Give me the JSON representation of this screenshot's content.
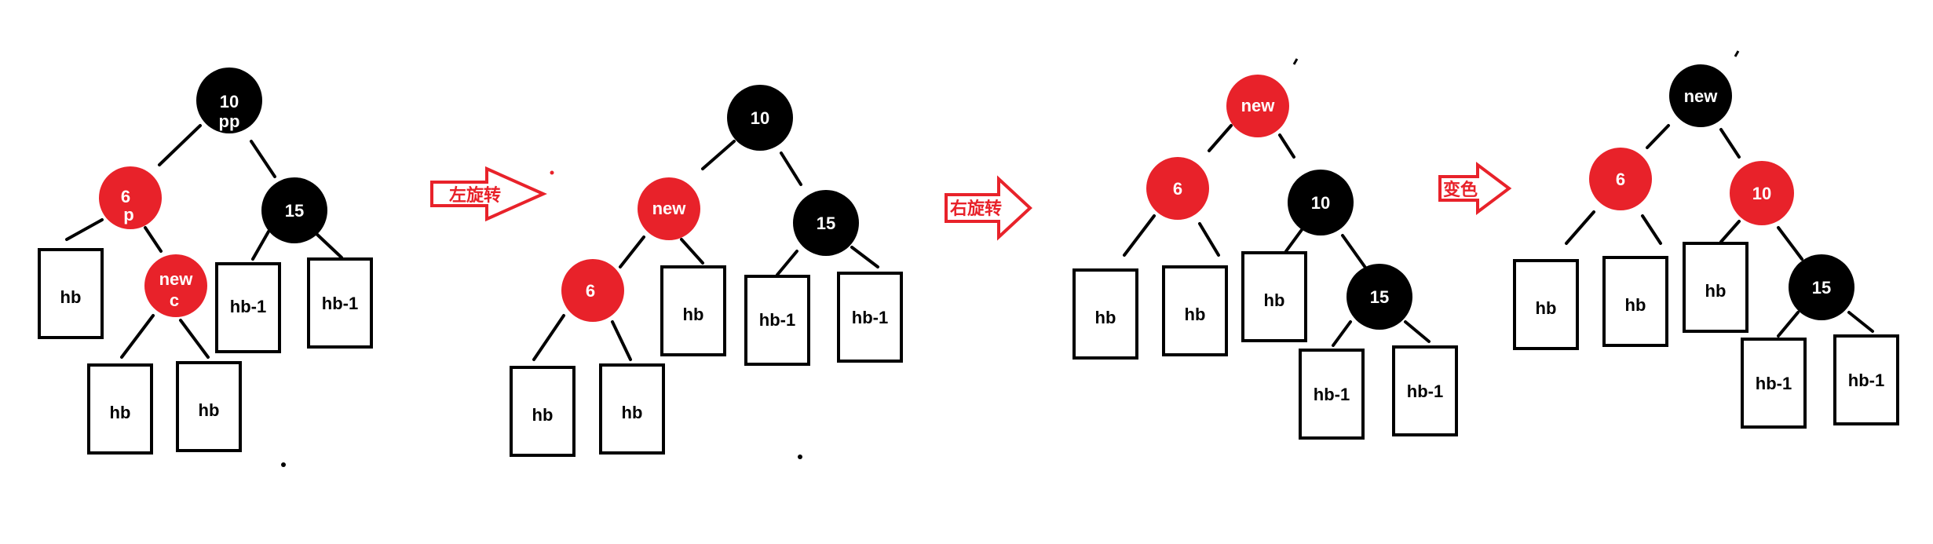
{
  "colors": {
    "red": "#e8222a",
    "black": "#000000",
    "white": "#ffffff"
  },
  "steps": {
    "rotate_left": "左旋转",
    "rotate_right": "右旋转",
    "recolor": "变色"
  },
  "panel1": {
    "root": {
      "label": "10",
      "sub": "pp",
      "color": "black"
    },
    "left": {
      "label": "6",
      "sub": "p",
      "color": "red"
    },
    "right": {
      "label": "15",
      "color": "black"
    },
    "new": {
      "label": "new",
      "sub": "c",
      "color": "red"
    },
    "leaves": [
      "hb",
      "hb",
      "hb",
      "hb-1",
      "hb-1"
    ]
  },
  "panel2": {
    "root": {
      "label": "10",
      "color": "black"
    },
    "new": {
      "label": "new",
      "color": "red"
    },
    "left": {
      "label": "6",
      "color": "red"
    },
    "right": {
      "label": "15",
      "color": "black"
    },
    "leaves": [
      "hb",
      "hb",
      "hb",
      "hb-1",
      "hb-1"
    ]
  },
  "panel3": {
    "root": {
      "label": "new",
      "color": "red"
    },
    "left": {
      "label": "6",
      "color": "red"
    },
    "mid": {
      "label": "10",
      "color": "black"
    },
    "right": {
      "label": "15",
      "color": "black"
    },
    "leaves": [
      "hb",
      "hb",
      "hb",
      "hb-1",
      "hb-1"
    ]
  },
  "panel4": {
    "root": {
      "label": "new",
      "color": "black"
    },
    "left": {
      "label": "6",
      "color": "red"
    },
    "mid": {
      "label": "10",
      "color": "red"
    },
    "right": {
      "label": "15",
      "color": "black"
    },
    "leaves": [
      "hb",
      "hb",
      "hb",
      "hb-1",
      "hb-1"
    ]
  }
}
